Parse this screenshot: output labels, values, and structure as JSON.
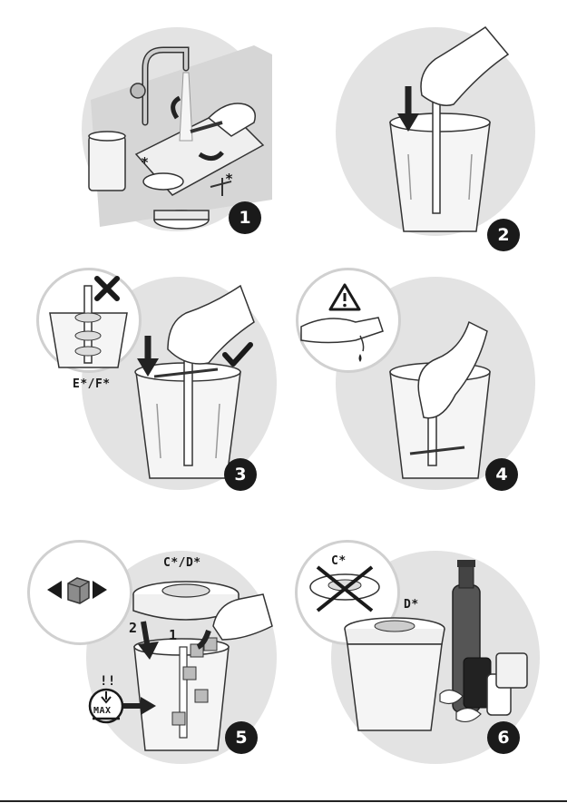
{
  "steps": [
    {
      "number": "1",
      "star_a": "*",
      "star_b": "*"
    },
    {
      "number": "2"
    },
    {
      "number": "3",
      "label": "E*/F*"
    },
    {
      "number": "4"
    },
    {
      "number": "5",
      "label": "C*/D*",
      "arrow_a": "2",
      "arrow_b": "1",
      "max_warning": "!!",
      "max_label": "MAX"
    },
    {
      "number": "6",
      "label_c": "C*",
      "label_d": "D*"
    }
  ],
  "icons": {
    "warning": "warning-triangle-icon",
    "check": "check-icon",
    "cross": "cross-icon"
  },
  "colors": {
    "circle": "#e3e3e3",
    "badge": "#1a1a1a",
    "ink": "#1a1a1a"
  }
}
